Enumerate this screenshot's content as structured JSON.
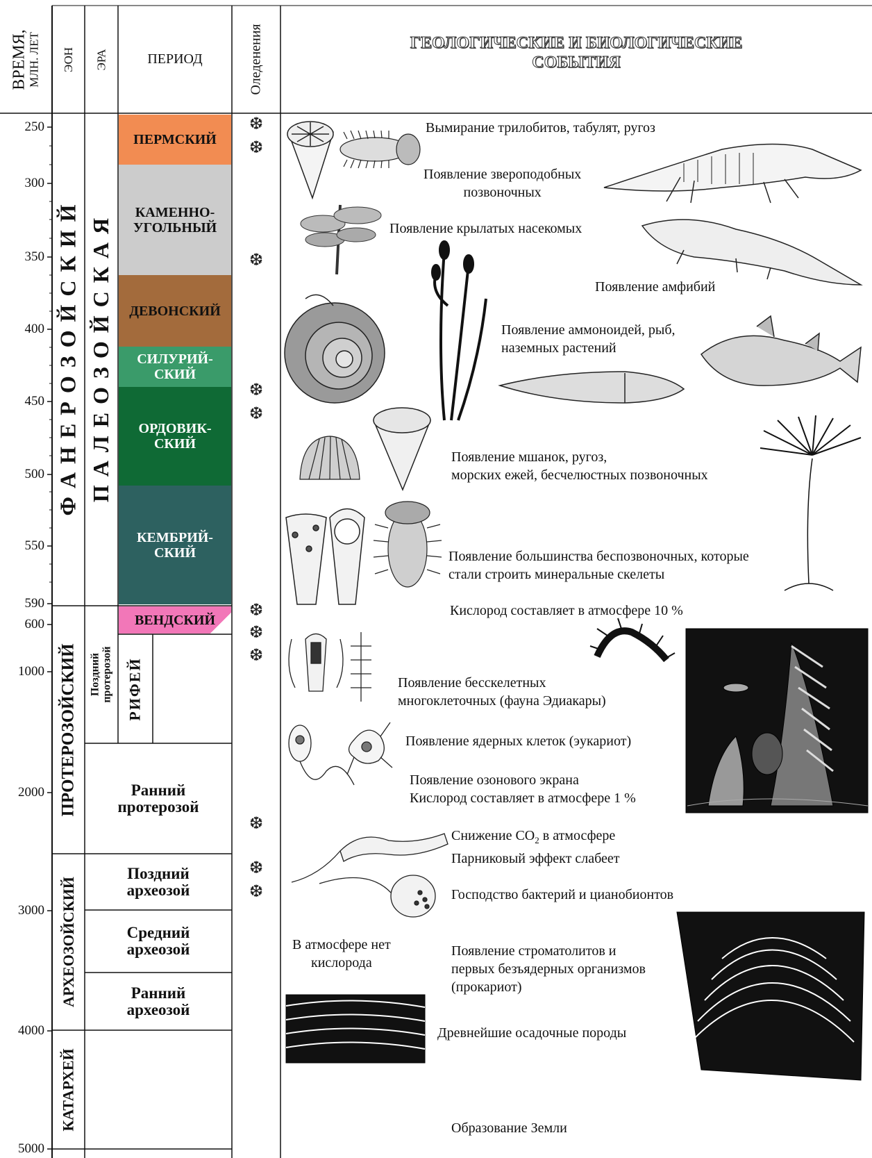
{
  "header": {
    "time_label": "ВРЕМЯ,",
    "time_sublabel": "МЛН. ЛЕТ",
    "eon": "ЭОН",
    "era": "ЭРА",
    "period": "ПЕРИОД",
    "glaciations": "Оледенения",
    "events_line1": "ГЕОЛОГИЧЕСКИЕ И БИОЛОГИЧЕСКИЕ",
    "events_line2": "СОБЫТИЯ"
  },
  "ticks": [
    "250",
    "300",
    "350",
    "400",
    "450",
    "500",
    "550",
    "590",
    "600",
    "1000",
    "2000",
    "3000",
    "4000",
    "5000"
  ],
  "eons": {
    "phanerozoic": "Ф А Н Е Р О З О Й С К И Й",
    "proterozoic": "ПРОТЕРОЗОЙСКИЙ",
    "archean": "АРХЕОЗОЙСКИЙ",
    "katarchean": "КАТАРХЕЙ"
  },
  "eras": {
    "paleozoic": "П А Л Е О З О Й С К А Я",
    "late_proterozoic_1": "Поздний",
    "late_proterozoic_2": "протерозой",
    "riphean": "РИФЕЙ",
    "early_proterozoic_1": "Ранний",
    "early_proterozoic_2": "протерозой",
    "late_archean_1": "Поздний",
    "late_archean_2": "археозой",
    "middle_archean_1": "Средний",
    "middle_archean_2": "археозой",
    "early_archean_1": "Ранний",
    "early_archean_2": "археозой"
  },
  "periods": {
    "permian": "ПЕРМСКИЙ",
    "carboniferous_1": "КАМЕННО-",
    "carboniferous_2": "УГОЛЬНЫЙ",
    "devonian": "ДЕВОНСКИЙ",
    "silurian_1": "СИЛУРИЙ-",
    "silurian_2": "СКИЙ",
    "ordovician_1": "ОРДОВИК-",
    "ordovician_2": "СКИЙ",
    "cambrian_1": "КЕМБРИЙ-",
    "cambrian_2": "СКИЙ",
    "vendian": "ВЕНДСКИЙ"
  },
  "colors": {
    "permian": "#f28c52",
    "carboniferous": "#cccccc",
    "devonian": "#a36b3c",
    "silurian": "#3a9b6a",
    "ordovician": "#0f6a35",
    "cambrian": "#2d6160",
    "vendian": "#f277b8"
  },
  "glaciation_icon": "snowflake-icon",
  "snowflake_glyph": "❆",
  "events": {
    "e1": "Вымирание трилобитов, табулят, ругоз",
    "e2a": "Появление звероподобных",
    "e2b": "позвоночных",
    "e3": "Появление крылатых насекомых",
    "e4": "Появление амфибий",
    "e5a": "Появление аммоноидей, рыб,",
    "e5b": "наземных растений",
    "e6a": "Появление мшанок, ругоз,",
    "e6b": "морских ежей, бесчелюстных позвоночных",
    "e7a": "Появление большинства беспозвоночных, которые",
    "e7b": "стали строить минеральные скелеты",
    "e8": "Кислород составляет в атмосфере 10 %",
    "e9a": "Появление бесскелетных",
    "e9b": "многоклеточных (фауна Эдиакары)",
    "e10": "Появление ядерных клеток (эукариот)",
    "e11a": "Появление озонового экрана",
    "e11b": "Кислород составляет в атмосфере 1 %",
    "e12a": "Снижение CO",
    "e12sub": "2",
    "e12a_rest": " в атмосфере",
    "e12b": "Парниковый эффект слабеет",
    "e13": "Господство бактерий и цианобионтов",
    "e14a": "В атмосфере нет",
    "e14b": "кислорода",
    "e15a": "Появление строматолитов и",
    "e15b": "первых безъядерных организмов",
    "e15c": "(прокариот)",
    "e16": "Древнейшие осадочные породы",
    "e17": "Образование Земли"
  }
}
